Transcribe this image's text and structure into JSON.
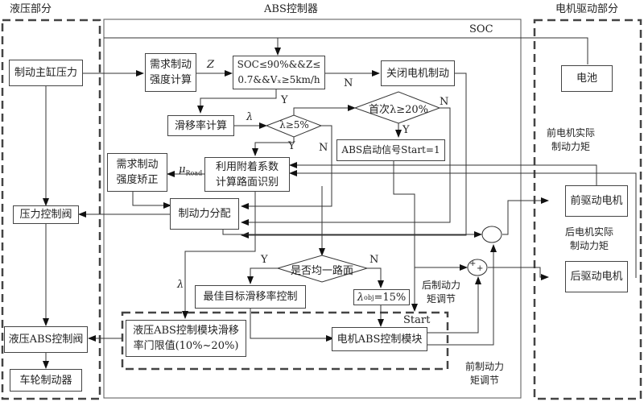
{
  "sections": {
    "hydraulic": "液压部分",
    "abs_controller": "ABS控制器",
    "motor_drive": "电机驱动部分"
  },
  "labels": {
    "soc": "SOC",
    "z": "Z",
    "n1": "N",
    "y1": "Y",
    "lambda1": "λ",
    "lambda2": "λ",
    "y2": "Y",
    "n2": "N",
    "y3": "Y",
    "n3": "N",
    "mu_road": "μ",
    "mu_road_sub": "Road",
    "y4": "Y",
    "n4": "N",
    "start": "Start",
    "front_motor_torque": "前电机实际\n制动力矩",
    "rear_motor_torque": "后电机实际\n制动力矩",
    "rear_torque_adjust": "后制动力\n矩调节",
    "front_torque_adjust": "前制动力\n矩调节",
    "plus_a": "+",
    "plus_b": "+"
  },
  "blocks": {
    "master_cylinder": "制动主缸压力",
    "pressure_valve": "压力控制阀",
    "hydraulic_abs_valve": "液压ABS控制阀",
    "wheel_brake": "车轮制动器",
    "demand_calc": "需求制动\n强度计算",
    "soc_condition": "SOC≤90%&&Z≤\n0.7&&Vₓ≥5km/h",
    "close_motor_brake": "关闭电机制动",
    "slip_calc": "滑移率计算",
    "abs_start_signal": "ABS启动信号Start=1",
    "demand_correct": "需求制动\n强度矫正",
    "road_identify": "利用附着系数\n计算路面识别",
    "force_distribution": "制动力分配",
    "optimal_slip_control": "最佳目标滑移率控制",
    "lambda_obj": "λ",
    "lambda_obj_sub": "obj",
    "lambda_obj_val": "=15%",
    "hydraulic_abs_module": "液压ABS控制模块滑移\n率门限值(10%~20%)",
    "motor_abs_module": "电机ABS控制模块",
    "battery": "电池",
    "front_motor": "前驱动电机",
    "rear_motor": "后驱动电机"
  },
  "decisions": {
    "first_lambda": "首次λ≥20%",
    "lambda_5": "λ≥5%",
    "uniform_road": "是否均一路面"
  }
}
